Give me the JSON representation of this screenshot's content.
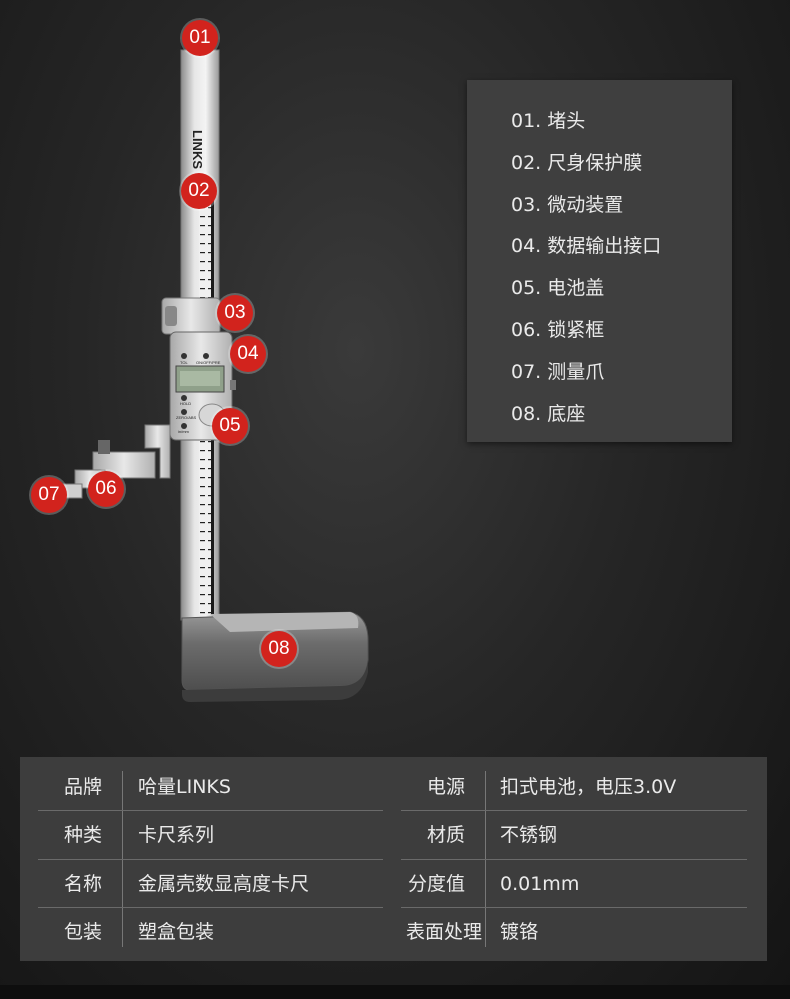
{
  "markers": [
    "01",
    "02",
    "03",
    "04",
    "05",
    "06",
    "07",
    "08"
  ],
  "legend": {
    "items": [
      "01. 堵头",
      "02. 尺身保护膜",
      "03. 微动装置",
      "04. 数据输出接口",
      "05. 电池盖",
      "06. 锁紧框",
      "07. 测量爪",
      "08. 底座"
    ]
  },
  "product": {
    "brand_mark": "LINKS",
    "buttons": [
      "TOL",
      "ON/OFF/PRE",
      "HOLD",
      "ZERO/ABS",
      "in/mm"
    ]
  },
  "specs": {
    "rows": [
      {
        "label1": "品牌",
        "value1": "哈量LINKS",
        "label2": "电源",
        "value2": "扣式电池，电压3.0V"
      },
      {
        "label1": "种类",
        "value1": "卡尺系列",
        "label2": "材质",
        "value2": "不锈钢"
      },
      {
        "label1": "名称",
        "value1": "金属壳数显高度卡尺",
        "label2": "分度值",
        "value2": "0.01mm"
      },
      {
        "label1": "包装",
        "value1": "塑盒包装",
        "label2": "表面处理",
        "value2": "镀铬"
      }
    ]
  }
}
